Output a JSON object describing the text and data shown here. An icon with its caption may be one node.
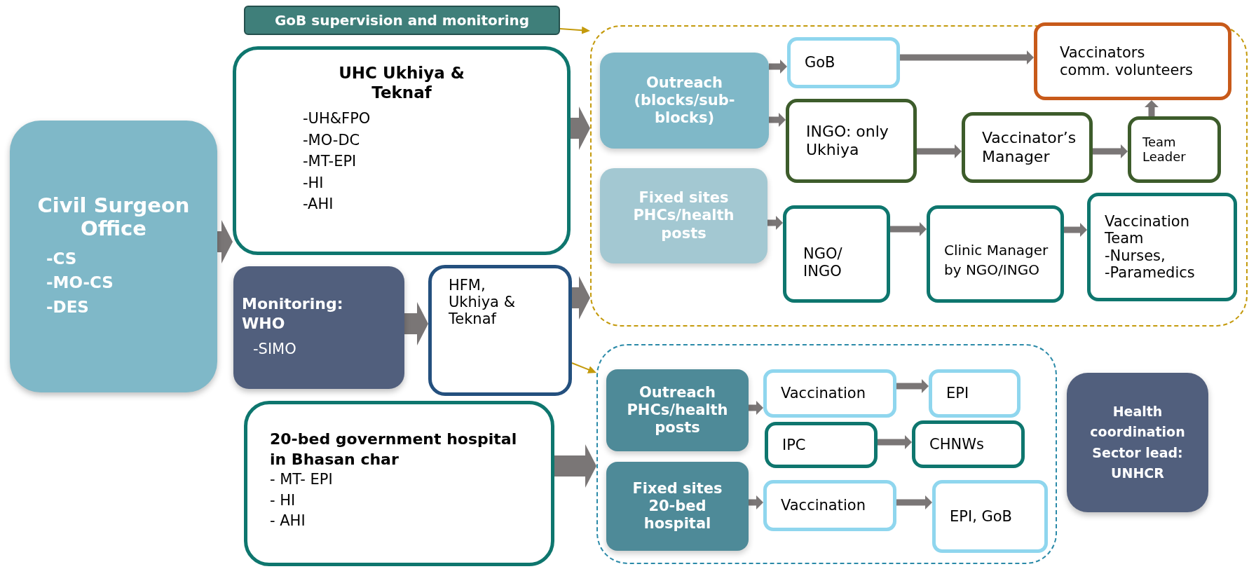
{
  "diagram": {
    "nodes": [
      {
        "text": [
          "Civil Surgeon Office",
          "-CS",
          "-MO-CS",
          "-DES"
        ]
      },
      {
        "text": [
          "GoB supervision and monitoring"
        ]
      },
      {
        "text": [
          "UHC Ukhiya & Teknaf",
          "-UH&FPO",
          "-MO-DC",
          "-MT-EPI",
          "-HI",
          "-AHI"
        ]
      },
      {
        "text": [
          "Monitoring: WHO",
          "-SIMO"
        ]
      },
      {
        "text": [
          "HFM, Ukhiya & Teknaf"
        ]
      },
      {
        "text": [
          "20-bed government hospital in Bhasan char",
          "- MT- EPI",
          "- HI",
          "- AHI"
        ]
      },
      {
        "text": [],
        "shape": "box"
      },
      {
        "text": [
          "Outreach (blocks/sub-blocks)"
        ],
        "in": 6
      },
      {
        "text": [
          "GoB"
        ],
        "in": 6
      },
      {
        "text": [
          "Vaccinators comm. volunteers"
        ],
        "in": 6
      },
      {
        "text": [
          "INGO: only Ukhiya"
        ],
        "in": 6
      },
      {
        "text": [
          "Vaccinator’s Manager"
        ],
        "in": 6
      },
      {
        "text": [
          "Team Leader"
        ],
        "in": 6
      },
      {
        "text": [
          "Fixed sites PHCs/health posts"
        ],
        "in": 6
      },
      {
        "text": [
          "NGO/ INGO"
        ],
        "in": 6
      },
      {
        "text": [
          "Clinic Manager by NGO/INGO"
        ],
        "in": 6
      },
      {
        "text": [
          "Vaccination Team",
          "-Nurses,",
          "-Paramedics"
        ],
        "in": 6
      },
      {
        "text": [],
        "shape": "box"
      },
      {
        "text": [
          "Outreach PHCs/health posts"
        ],
        "in": 17
      },
      {
        "text": [
          "Vaccination"
        ],
        "in": 17
      },
      {
        "text": [
          "EPI"
        ],
        "in": 17
      },
      {
        "text": [
          "IPC"
        ],
        "in": 17
      },
      {
        "text": [
          "CHNWs"
        ],
        "in": 17
      },
      {
        "text": [
          "Fixed sites 20-bed hospital"
        ],
        "in": 17
      },
      {
        "text": [
          "Vaccination"
        ],
        "in": 17
      },
      {
        "text": [
          "EPI, GoB"
        ],
        "in": 17
      },
      {
        "text": [
          "Health coordination Sector lead: UNHCR"
        ]
      }
    ],
    "edges": [
      {
        "from": 0,
        "to": 2,
        "arrow": "to",
        "style": "thick"
      },
      {
        "from": 1,
        "to": 6,
        "arrow": "to",
        "color": "#c49a0c"
      },
      {
        "from": 2,
        "to": 6,
        "arrow": "to",
        "style": "thick"
      },
      {
        "from": 3,
        "to": 4,
        "arrow": "to",
        "style": "thick"
      },
      {
        "from": 4,
        "to": 6,
        "arrow": "to",
        "style": "thick"
      },
      {
        "from": 4,
        "to": 17,
        "arrow": "to",
        "color": "#c49a0c"
      },
      {
        "from": 5,
        "to": 17,
        "arrow": "to",
        "style": "thick"
      },
      {
        "from": 7,
        "to": 8,
        "arrow": "to"
      },
      {
        "from": 7,
        "to": 10,
        "arrow": "to"
      },
      {
        "from": 8,
        "to": 9,
        "arrow": "to"
      },
      {
        "from": 10,
        "to": 11,
        "arrow": "to"
      },
      {
        "from": 11,
        "to": 12,
        "arrow": "to"
      },
      {
        "from": 12,
        "to": 9,
        "arrow": "to"
      },
      {
        "from": 13,
        "to": 14,
        "arrow": "to"
      },
      {
        "from": 14,
        "to": 15,
        "arrow": "to"
      },
      {
        "from": 15,
        "to": 16,
        "arrow": "to"
      },
      {
        "from": 18,
        "to": 19,
        "arrow": "to"
      },
      {
        "from": 19,
        "to": 20,
        "arrow": "to"
      },
      {
        "from": 21,
        "to": 22,
        "arrow": "to"
      },
      {
        "from": 23,
        "to": 24,
        "arrow": "to"
      },
      {
        "from": 24,
        "to": 25,
        "arrow": "to"
      }
    ]
  }
}
